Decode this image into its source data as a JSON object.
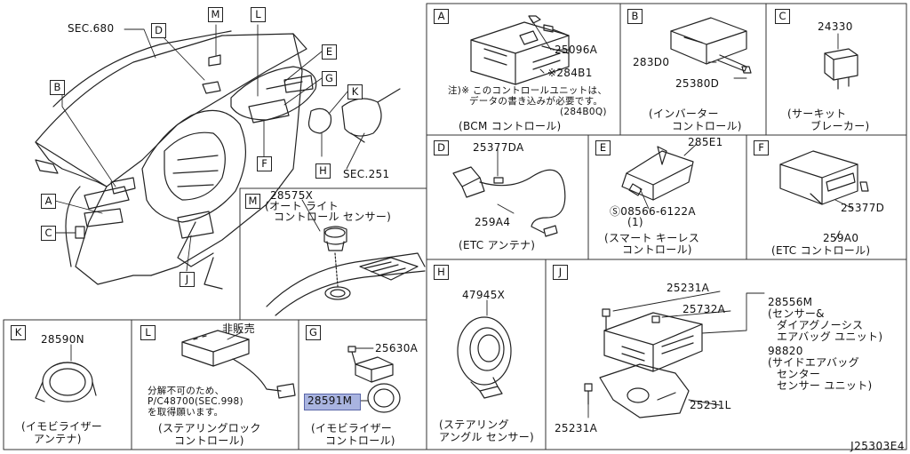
{
  "overview": {
    "sec680": "SEC.680",
    "sec251": "SEC.251",
    "callouts": [
      "A",
      "B",
      "C",
      "D",
      "E",
      "F",
      "G",
      "H",
      "J",
      "K",
      "L",
      "M"
    ]
  },
  "panelA": {
    "letter": "A",
    "part1": "25096A",
    "part2": "※284B1",
    "note1": "注)※ このコントロールユニットは、",
    "note2": "データの書き込みが必要です。",
    "note3": "(284B0Q)",
    "caption": "(BCM コントロール)"
  },
  "panelB": {
    "letter": "B",
    "part1": "283D0",
    "part2": "25380D",
    "caption1": "(インバーター",
    "caption2": "コントロール)"
  },
  "panelC": {
    "letter": "C",
    "part1": "24330",
    "caption1": "(サーキット",
    "caption2": "ブレーカー)"
  },
  "panelD": {
    "letter": "D",
    "part1": "25377DA",
    "part2": "259A4",
    "caption": "(ETC アンテナ)"
  },
  "panelE": {
    "letter": "E",
    "part1": "285E1",
    "part2": "Ⓢ08566-6122A",
    "part2b": "(1)",
    "caption1": "(スマート キーレス",
    "caption2": "コントロール)"
  },
  "panelF": {
    "letter": "F",
    "part1": "25377D",
    "part2": "259A0",
    "caption": "(ETC コントロール)"
  },
  "panelM": {
    "letter": "M",
    "part1": "28575X",
    "label1": "(オート ライト",
    "label2": "コントロール センサー)"
  },
  "panelH": {
    "letter": "H",
    "part1": "47945X",
    "caption1": "(ステアリング",
    "caption2": "アングル センサー)"
  },
  "panelJ": {
    "letter": "J",
    "part1": "25231A",
    "part2": "25732A",
    "part3": "25231L",
    "part4": "25231A",
    "desc1": "28556M",
    "desc2": "(センサー&",
    "desc3": "ダイアグノーシス",
    "desc4": "エアバッグ ユニット)",
    "desc5": "98820",
    "desc6": "(サイドエアバッグ",
    "desc7": "センター",
    "desc8": "センサー ユニット)"
  },
  "panelK": {
    "letter": "K",
    "part1": "28590N",
    "caption1": "(イモビライザー",
    "caption2": "アンテナ)"
  },
  "panelL": {
    "letter": "L",
    "part1": "非販売",
    "note1": "分解不可のため、",
    "note2": "P/C48700(SEC.998)",
    "note3": "を取得願います。",
    "caption1": "(ステアリングロック",
    "caption2": "コントロール)"
  },
  "panelG": {
    "letter": "G",
    "part1": "25630A",
    "part2": "28591M",
    "caption1": "(イモビライザー",
    "caption2": "コントロール)"
  },
  "diagram_code": "J25303E4"
}
